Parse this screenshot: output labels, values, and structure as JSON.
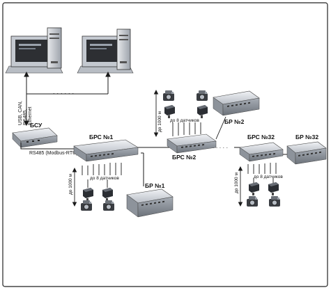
{
  "labels": {
    "bsu": "БСУ",
    "brs1": "БРС №1",
    "brs2": "БРС №2",
    "brs32": "БРС №32",
    "br1": "БР №1",
    "br2": "БР №2",
    "br32": "БР №32",
    "link_pc": "USB, CAN,",
    "link_pc2": "RS485,",
    "link_pc3": "Ethernet",
    "rs485": "RS485 (Modbus-RTU)",
    "sensors": "до 8 датчиков",
    "distance": "до 1000 м",
    "dots": "· · · · · ·"
  },
  "colors": {
    "line": "#1a1a1a",
    "device_top": "#d9dde3",
    "device_side": "#8e949c",
    "screen": "#cfd5dc",
    "screen_dark": "#2d2f33"
  },
  "icons": [
    "computer-icon",
    "controller-box-icon",
    "sensor-icon",
    "camera-sensor-icon"
  ]
}
